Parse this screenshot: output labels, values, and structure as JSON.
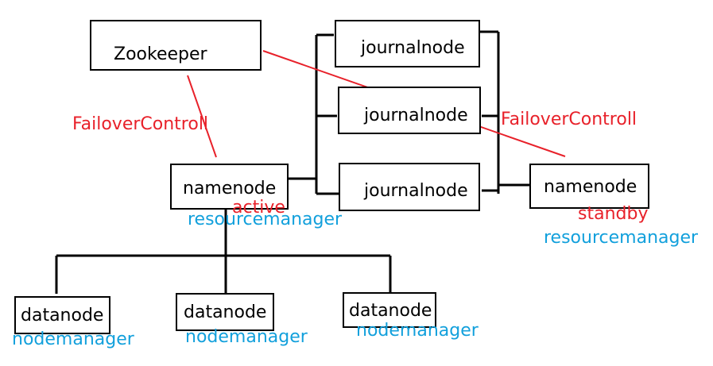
{
  "colors": {
    "line": "#000000",
    "accent_red": "#e8212a",
    "accent_blue": "#12a0dc"
  },
  "zookeeper": {
    "label": "Zookeeper"
  },
  "failover": {
    "left_label": "FailoverControll",
    "right_label": "FailoverControll"
  },
  "journalnodes": [
    {
      "label": "journalnode"
    },
    {
      "label": "journalnode"
    },
    {
      "label": "journalnode"
    }
  ],
  "namenode_active": {
    "label": "namenode",
    "state": "active",
    "role": "resourcemanager"
  },
  "namenode_standby": {
    "label": "namenode",
    "state": "standby",
    "role": "resourcemanager"
  },
  "datanodes": [
    {
      "label": "datanode",
      "role": "nodemanager"
    },
    {
      "label": "datanode",
      "role": "nodemanager"
    },
    {
      "label": "datanode",
      "role": "nodemanager"
    }
  ]
}
